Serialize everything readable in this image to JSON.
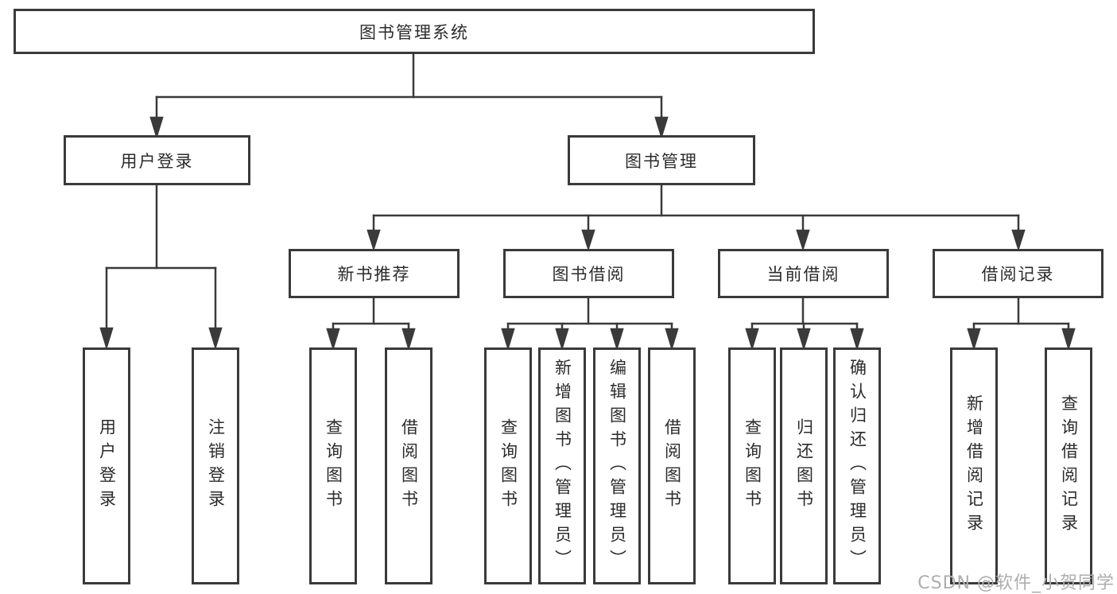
{
  "tree": {
    "label": "图书管理系统",
    "children": [
      {
        "label": "用户登录",
        "children": [
          {
            "label": "用户登录"
          },
          {
            "label": "注销登录"
          }
        ]
      },
      {
        "label": "图书管理",
        "children": [
          {
            "label": "新书推荐",
            "children": [
              {
                "label": "查询图书"
              },
              {
                "label": "借阅图书"
              }
            ]
          },
          {
            "label": "图书借阅",
            "children": [
              {
                "label": "查询图书"
              },
              {
                "label": "新增图书（管理员）"
              },
              {
                "label": "编辑图书（管理员）"
              },
              {
                "label": "借阅图书"
              }
            ]
          },
          {
            "label": "当前借阅",
            "children": [
              {
                "label": "查询图书"
              },
              {
                "label": "归还图书"
              },
              {
                "label": "确认归还（管理员）"
              }
            ]
          },
          {
            "label": "借阅记录",
            "children": [
              {
                "label": "新增借阅记录"
              },
              {
                "label": "查询借阅记录"
              }
            ]
          }
        ]
      }
    ]
  },
  "watermark": {
    "text": "CSDN @软件_小贺同学"
  },
  "colors": {
    "line": "#3a3a3a",
    "box_border": "#3a3a3a",
    "box_fill": "#ffffff",
    "text": "#2b2b2b",
    "watermark": "#aeaeae",
    "background": "#ffffff"
  }
}
